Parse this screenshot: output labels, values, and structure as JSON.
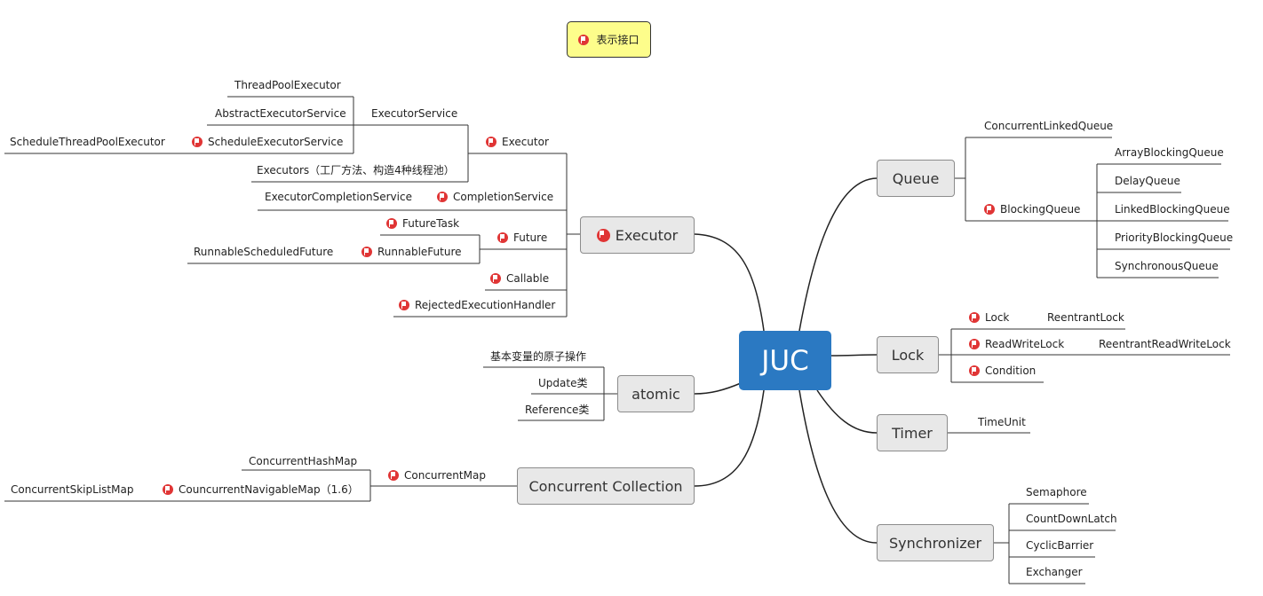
{
  "legend": {
    "label": "表示接口"
  },
  "root": {
    "label": "JUC"
  },
  "executor": {
    "label": "Executor",
    "executor_node": "Executor",
    "executor_service": "ExecutorService",
    "thread_pool_executor": "ThreadPoolExecutor",
    "abstract_executor_service": "AbstractExecutorService",
    "schedule_executor_service": "ScheduleExecutorService",
    "schedule_thread_pool_executor": "ScheduleThreadPoolExecutor",
    "executors": "Executors（工厂方法、构造4种线程池）",
    "completion_service": "CompletionService",
    "executor_completion_service": "ExecutorCompletionService",
    "future": "Future",
    "future_task": "FutureTask",
    "runnable_future": "RunnableFuture",
    "runnable_scheduled_future": "RunnableScheduledFuture",
    "callable": "Callable",
    "rejected_execution_handler": "RejectedExecutionHandler"
  },
  "atomic": {
    "label": "atomic",
    "basic": "基本变量的原子操作",
    "update": "Update类",
    "reference": "Reference类"
  },
  "collection": {
    "label": "Concurrent Collection",
    "concurrent_map": "ConcurrentMap",
    "concurrent_hash_map": "ConcurrentHashMap",
    "navigable_map": "CouncurrentNavigableMap（1.6）",
    "skip_list_map": "ConcurrentSkipListMap"
  },
  "queue": {
    "label": "Queue",
    "concurrent_linked_queue": "ConcurrentLinkedQueue",
    "blocking_queue": "BlockingQueue",
    "array": "ArrayBlockingQueue",
    "delay": "DelayQueue",
    "linked": "LinkedBlockingQueue",
    "priority": "PriorityBlockingQueue",
    "synchronous": "SynchronousQueue"
  },
  "lock": {
    "label": "Lock",
    "lock": "Lock",
    "reentrant_lock": "ReentrantLock",
    "read_write_lock": "ReadWriteLock",
    "reentrant_read_write_lock": "ReentrantReadWriteLock",
    "condition": "Condition"
  },
  "timer": {
    "label": "Timer",
    "time_unit": "TimeUnit"
  },
  "synchronizer": {
    "label": "Synchronizer",
    "semaphore": "Semaphore",
    "count_down_latch": "CountDownLatch",
    "cyclic_barrier": "CyclicBarrier",
    "exchanger": "Exchanger"
  }
}
